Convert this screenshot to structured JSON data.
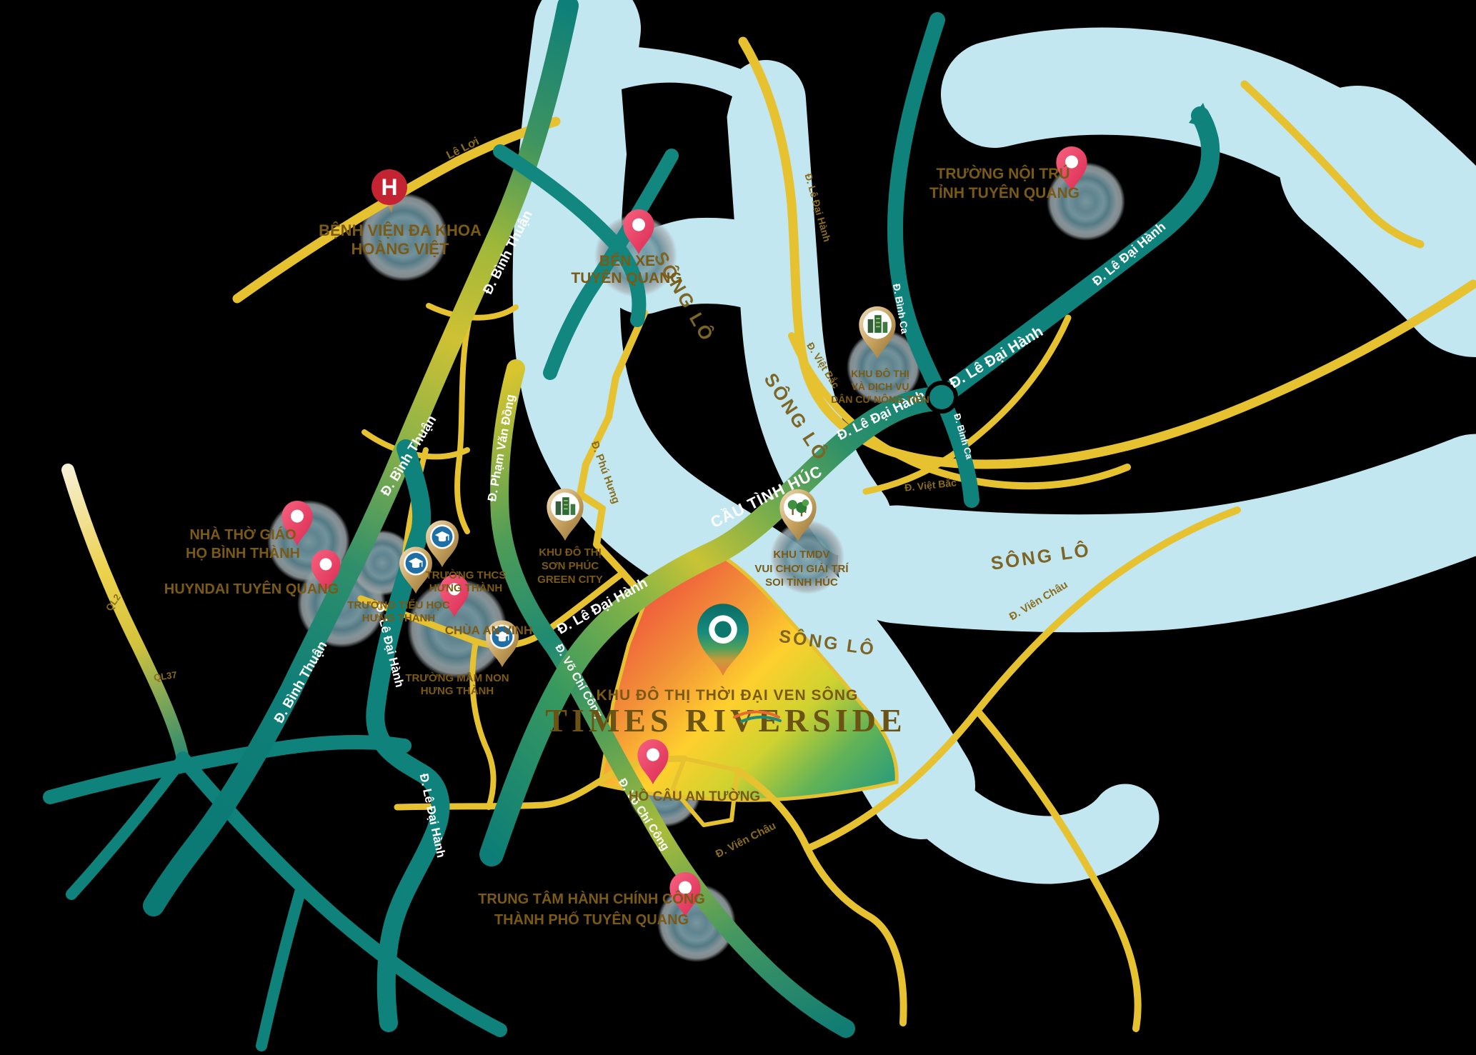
{
  "project": {
    "tagline": "KHU ĐÔ THỊ THỜI ĐẠI VEN SÔNG",
    "name": "TIMES RIVERSIDE"
  },
  "river": {
    "name": "SÔNG LÔ"
  },
  "roads": {
    "le_loi": "Lê Lợi",
    "binh_thuan": "Đ. Bình Thuận",
    "le_dai_hanh": "Đ. Lê Đại Hành",
    "cau_tinh_huc": "CẦU TÌNH HÚC",
    "pham_van_dong": "Đ. Phạm Văn Đồng",
    "phu_hung": "Đ. Phú Hưng",
    "vo_chi_cong": "Đ. Võ Chí Công",
    "binh_ca": "Đ. Bình Ca",
    "viet_bac": "Đ. Việt Bắc",
    "vien_chau": "Đ. Viên Châu",
    "ql2": "QL2",
    "ql37": "QL37"
  },
  "landmarks": {
    "hospital": {
      "marker_letter": "H",
      "lines": [
        "BỆNH VIỆN ĐA KHOA",
        "HOÀNG VIỆT"
      ]
    },
    "ben_xe": {
      "lines": [
        "BẾN XE",
        "TUYÊN QUANG"
      ]
    },
    "noi_tru": {
      "lines": [
        "TRƯỜNG NỘI TRÚ",
        "TỈNH TUYÊN QUANG"
      ]
    },
    "nong_tien": {
      "lines": [
        "KHU ĐÔ THỊ",
        "VÀ DỊCH VỤ",
        "DÂN CƯ NÔNG TIẾN"
      ]
    },
    "son_phuc": {
      "lines": [
        "KHU ĐÔ THỊ",
        "SƠN PHÚC",
        "GREEN CITY"
      ]
    },
    "tmdv": {
      "lines": [
        "KHU TMDV",
        "VUI CHƠI GIẢI TRÍ",
        "SOI TÌNH HÚC"
      ]
    },
    "nha_tho": {
      "lines": [
        "NHÀ THỜ GIÁO",
        "HỌ BÌNH THÀNH"
      ]
    },
    "huyndai": {
      "lines": [
        "HUYNDAI TUYÊN QUANG"
      ]
    },
    "thcs": {
      "lines": [
        "TRƯỜNG THCS",
        "HƯNG THÀNH"
      ]
    },
    "tieu_hoc": {
      "lines": [
        "TRƯỜNG TIỂU HỌC",
        "HƯNG THÀNH"
      ]
    },
    "chua": {
      "lines": [
        "CHÙA AN VINH"
      ]
    },
    "mam_non": {
      "lines": [
        "TRƯỜNG MẦM NON",
        "HƯNG THÀNH"
      ]
    },
    "ho_cau": {
      "lines": [
        "HỒ CÂU AN TƯỜNG"
      ]
    },
    "hanh_chinh": {
      "lines": [
        "TRUNG TÂM HÀNH CHÍNH CÔNG",
        "THÀNH PHỐ TUYÊN QUANG"
      ]
    }
  },
  "colors": {
    "background": "#000000",
    "river": "#c2e7f0",
    "road_teal": "#0f827b",
    "road_yellow": "#e7c230",
    "label_brown": "#7b5a15",
    "river_label": "#7d6526",
    "pin_pink": "#ee3f63",
    "pin_gold": "#b08d46",
    "site_orange": "#f0633c",
    "site_green": "#2f9e77"
  }
}
